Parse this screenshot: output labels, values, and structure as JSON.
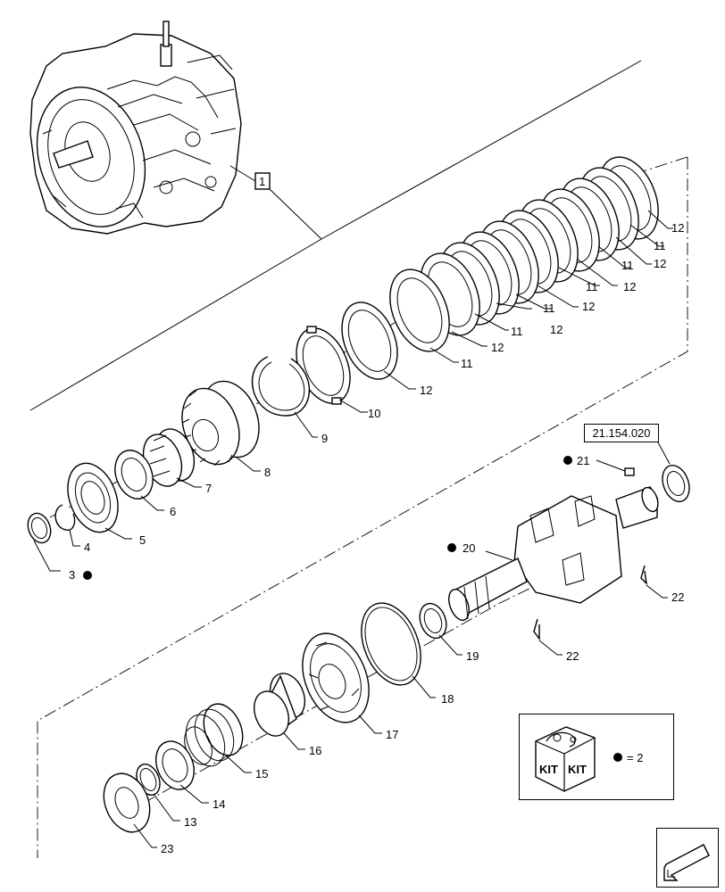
{
  "group_label": "1",
  "reference_code": "21.154.020",
  "kit_legend": {
    "kit_text": "KIT",
    "equals_text": "= 2"
  },
  "callouts": [
    {
      "id": "c3",
      "text": "3",
      "marker": true
    },
    {
      "id": "c4",
      "text": "4"
    },
    {
      "id": "c5",
      "text": "5"
    },
    {
      "id": "c6",
      "text": "6"
    },
    {
      "id": "c7",
      "text": "7"
    },
    {
      "id": "c8",
      "text": "8"
    },
    {
      "id": "c9",
      "text": "9"
    },
    {
      "id": "c10",
      "text": "10"
    },
    {
      "id": "c11",
      "text": "11"
    },
    {
      "id": "c12",
      "text": "12"
    },
    {
      "id": "c13",
      "text": "13"
    },
    {
      "id": "c14",
      "text": "14"
    },
    {
      "id": "c15",
      "text": "15"
    },
    {
      "id": "c16",
      "text": "16"
    },
    {
      "id": "c17",
      "text": "17"
    },
    {
      "id": "c18",
      "text": "18"
    },
    {
      "id": "c19",
      "text": "19"
    },
    {
      "id": "c20",
      "text": "20",
      "marker": true
    },
    {
      "id": "c21",
      "text": "21",
      "marker": true
    },
    {
      "id": "c22",
      "text": "22"
    },
    {
      "id": "c23",
      "text": "23"
    }
  ],
  "clutch_pack": {
    "friction_label": "11",
    "steel_label": "12",
    "friction_count": 6,
    "steel_count": 7
  },
  "icons": [
    "kit-icon",
    "navigation-arrow-icon",
    "kit-marker-dot-icon"
  ]
}
